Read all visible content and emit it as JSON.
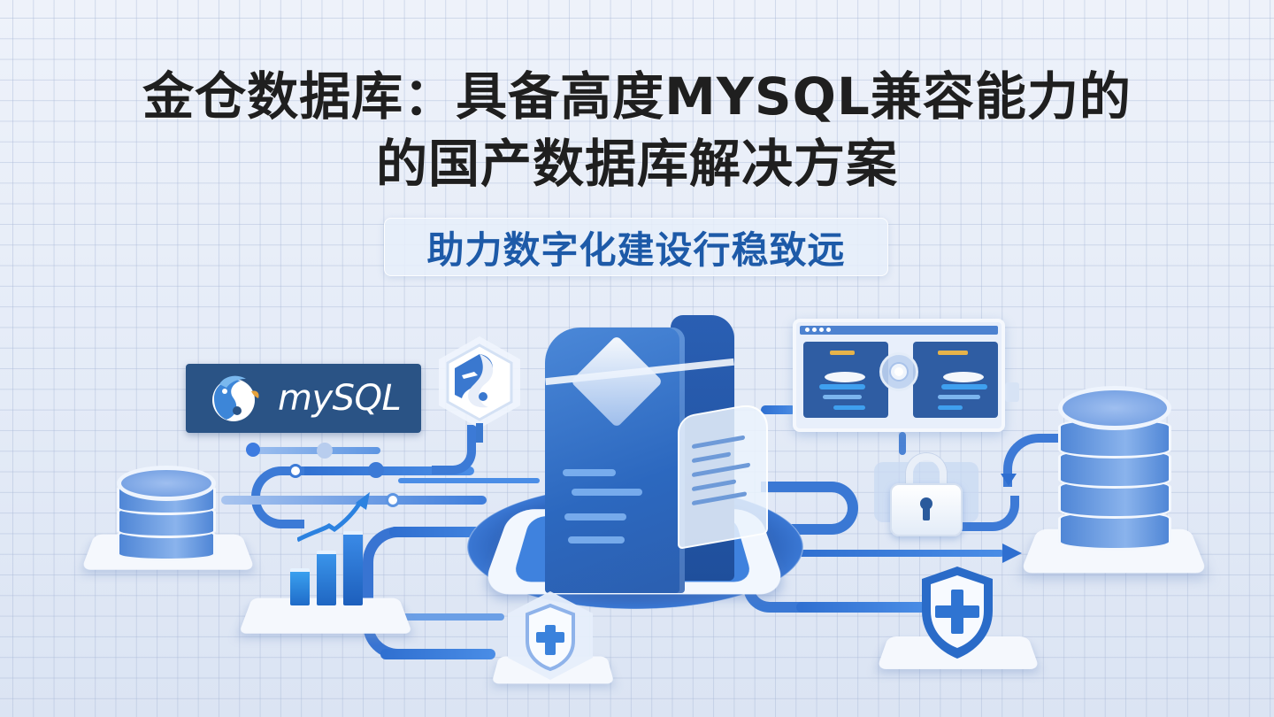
{
  "title": {
    "line1": "金仓数据库：具备高度MYSQL兼容能力的",
    "line2": "的国产数据库解决方案"
  },
  "subtitle": "助力数字化建设行稳致远",
  "badge": {
    "brand_text": "mySQL",
    "logo": "dolphin-logo-icon"
  },
  "illustration": {
    "center": "database-server-icon",
    "elements": [
      {
        "name": "mysql-badge",
        "icon": "mysql-dolphin-icon"
      },
      {
        "name": "dolphin-hex-card",
        "icon": "dolphin-hexagon-icon"
      },
      {
        "name": "left-database",
        "icon": "database-cylinder-icon"
      },
      {
        "name": "growth-chart",
        "icon": "bar-chart-growth-icon"
      },
      {
        "name": "health-shield-center",
        "icon": "shield-plus-icon"
      },
      {
        "name": "migration-monitor",
        "icon": "data-sync-monitor-icon"
      },
      {
        "name": "security-lock",
        "icon": "padlock-icon"
      },
      {
        "name": "right-database",
        "icon": "database-cylinder-icon"
      },
      {
        "name": "health-shield-right",
        "icon": "shield-plus-icon"
      }
    ]
  },
  "colors": {
    "background": "#e6edf8",
    "grid": "#aab9d7",
    "title_text": "#1f1f1f",
    "subtitle_text": "#1d5aa8",
    "primary_blue": "#2c68bf",
    "badge_bg": "#2a5385",
    "accent_orange": "#e6a23c"
  }
}
